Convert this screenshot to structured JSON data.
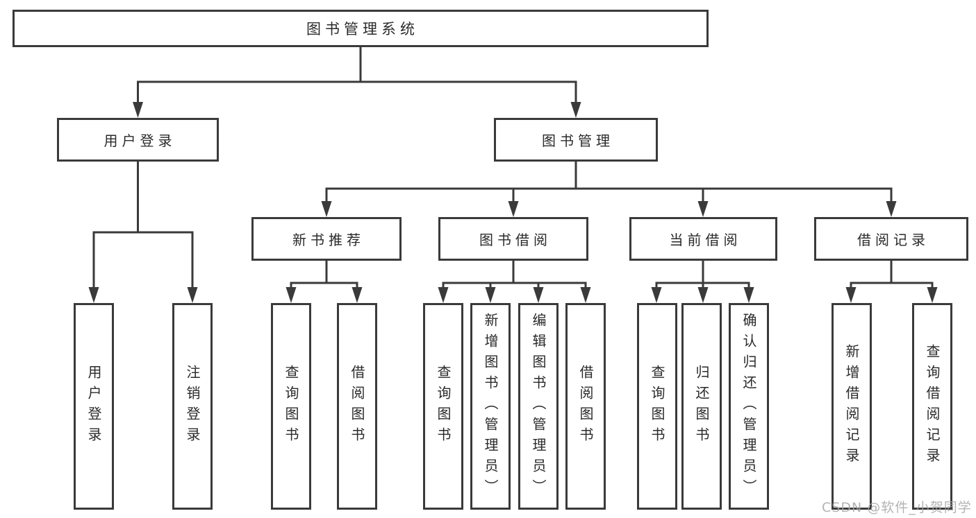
{
  "diagram_type": "hierarchy-tree",
  "tree": {
    "label": "图书管理系统",
    "children": [
      {
        "label": "用户登录",
        "children": [
          {
            "label": "用户登录"
          },
          {
            "label": "注销登录"
          }
        ]
      },
      {
        "label": "图书管理",
        "children": [
          {
            "label": "新书推荐",
            "children": [
              {
                "label": "查询图书"
              },
              {
                "label": "借阅图书"
              }
            ]
          },
          {
            "label": "图书借阅",
            "children": [
              {
                "label": "查询图书"
              },
              {
                "label": "新增图书（管理员）"
              },
              {
                "label": "编辑图书（管理员）"
              },
              {
                "label": "借阅图书"
              }
            ]
          },
          {
            "label": "当前借阅",
            "children": [
              {
                "label": "查询图书"
              },
              {
                "label": "归还图书"
              },
              {
                "label": "确认归还（管理员）"
              }
            ]
          },
          {
            "label": "借阅记录",
            "children": [
              {
                "label": "新增借阅记录"
              },
              {
                "label": "查询借阅记录"
              }
            ]
          }
        ]
      }
    ]
  },
  "watermark": {
    "text": "CSDN @软件_小贺同学"
  },
  "colors": {
    "line": "#3a3a3a",
    "text": "#2a2a2a",
    "watermark": "#a6a6a6",
    "background": "#ffffff"
  }
}
